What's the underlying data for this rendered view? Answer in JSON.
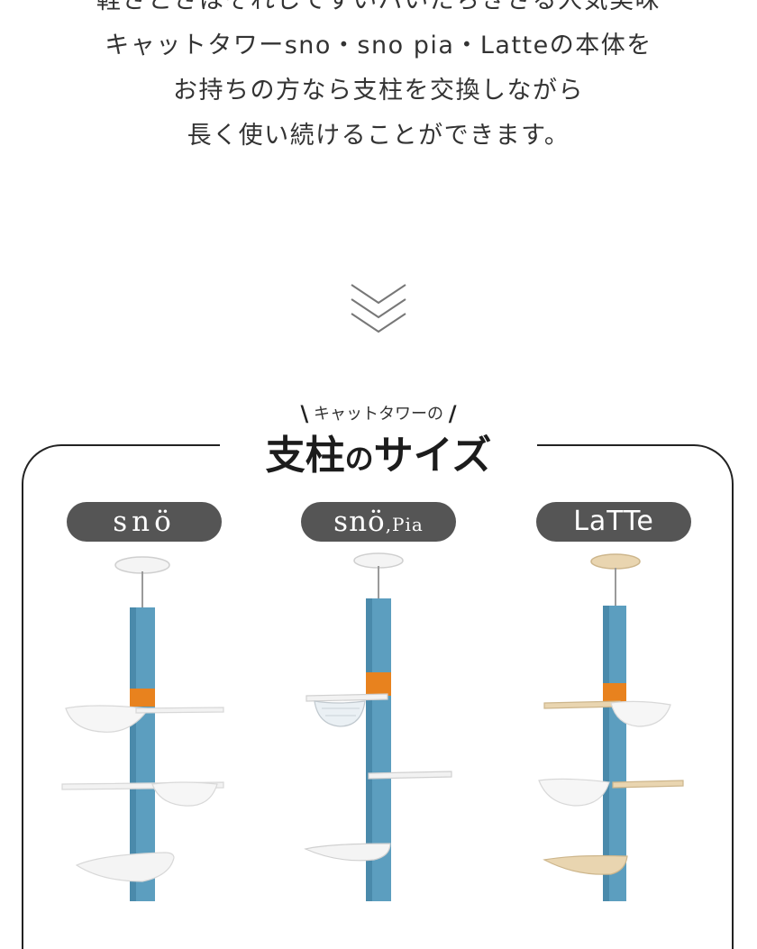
{
  "intro": {
    "lines": [
      "軽さとさはそれしてすいパいたちきさる人気美味",
      "キャットタワーsno・sno pia・Latteの本体を",
      "お持ちの方なら支柱を交換しながら",
      "長く使い続けることができます。"
    ]
  },
  "section": {
    "eyebrow": "キャットタワーの",
    "title_main": "支柱",
    "title_particle": "の",
    "title_tail": "サイズ"
  },
  "products": [
    {
      "id": "sno",
      "badge": "snö",
      "suffix": ""
    },
    {
      "id": "sno-pia",
      "badge": "snö",
      "suffix": ",Pia"
    },
    {
      "id": "latte",
      "badge": "LaTTe",
      "suffix": ""
    }
  ],
  "colors": {
    "pole": "#5c9ebf",
    "pole_shade": "#4a8aab",
    "accent_band": "#e8821e",
    "badge_bg": "#555555",
    "wood": "#e9d5b0",
    "shelf": "#f2f2f2"
  },
  "icons": {
    "scroll_hint": "double-chevron-down-icon"
  }
}
